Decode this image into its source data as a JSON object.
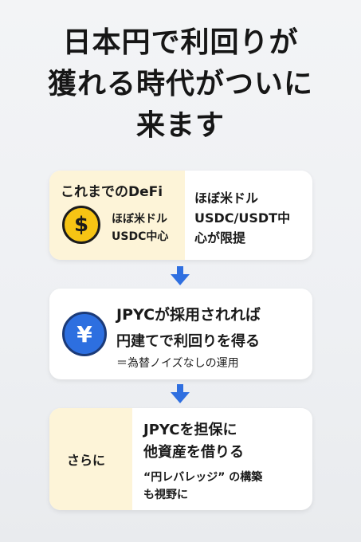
{
  "title": {
    "line1": "日本円で利回りが",
    "line2": "獲れる時代がついに",
    "line3": "来ます"
  },
  "card1": {
    "heading": "これまでのDeFi",
    "coin_symbol": "$",
    "sub_line1": "ほぼ米ドル",
    "sub_line2": "USDC中心",
    "right_line1": "ほぼ米ドル",
    "right_line2": "USDC/USDT中",
    "right_line3": "心が限提"
  },
  "card2": {
    "yen_symbol": "¥",
    "line1": "JPYCが採用されれば",
    "line2": "円建てで利回りを得る",
    "line3": "＝為替ノイズなしの運用"
  },
  "card3": {
    "label": "さらに",
    "line1": "JPYCを担保に",
    "line2": "他資産を借りる",
    "line3": "“円レバレッジ” の構築",
    "line4": "も視野に"
  },
  "colors": {
    "arrow": "#2f6fe0",
    "coin": "#f6c414",
    "yen": "#2d6fe0",
    "highlight": "#fdf4d8"
  },
  "icons": {
    "coin": "dollar-coin-icon",
    "yen": "yen-coin-icon",
    "arrow": "arrow-down-icon"
  }
}
